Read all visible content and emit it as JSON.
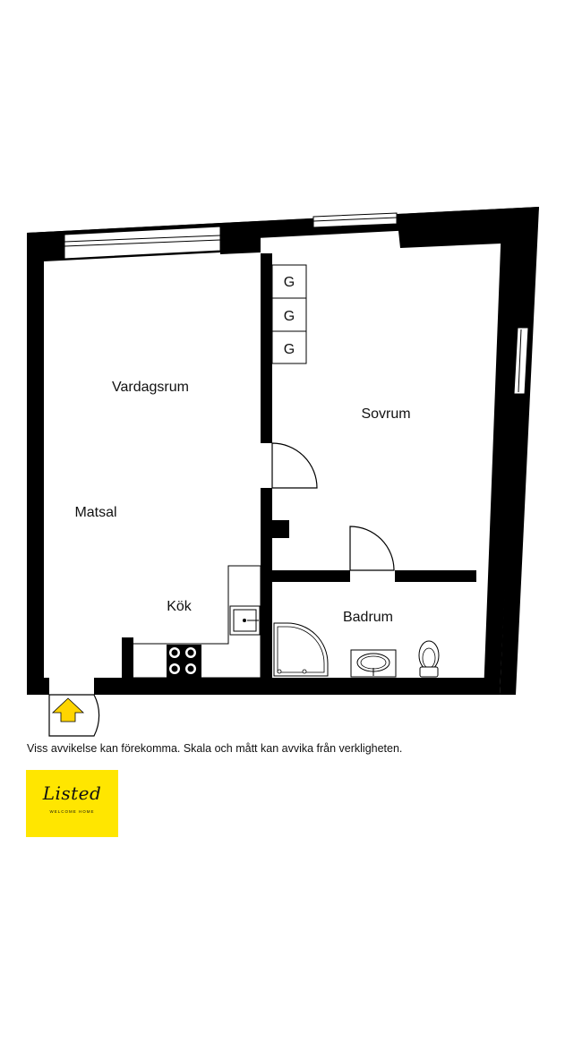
{
  "rooms": {
    "vardagsrum": "Vardagsrum",
    "matsal": "Matsal",
    "kok": "Kök",
    "sovrum": "Sovrum",
    "badrum": "Badrum"
  },
  "wardrobe": [
    "G",
    "G",
    "G"
  ],
  "disclaimer": "Viss avvikelse kan förekomma. Skala och mått kan avvika från verkligheten.",
  "logo": {
    "brand": "Listed",
    "tagline": "WELCOME HOME",
    "background": "#ffe600"
  },
  "colors": {
    "wall": "#000000",
    "entrance_arrow": "#ffd500"
  },
  "icons": {
    "entrance": "entrance-arrow-icon",
    "stove": "stove-icon",
    "sink": "kitchen-sink-icon",
    "shower": "shower-icon",
    "washbasin": "washbasin-icon",
    "toilet": "toilet-icon"
  }
}
